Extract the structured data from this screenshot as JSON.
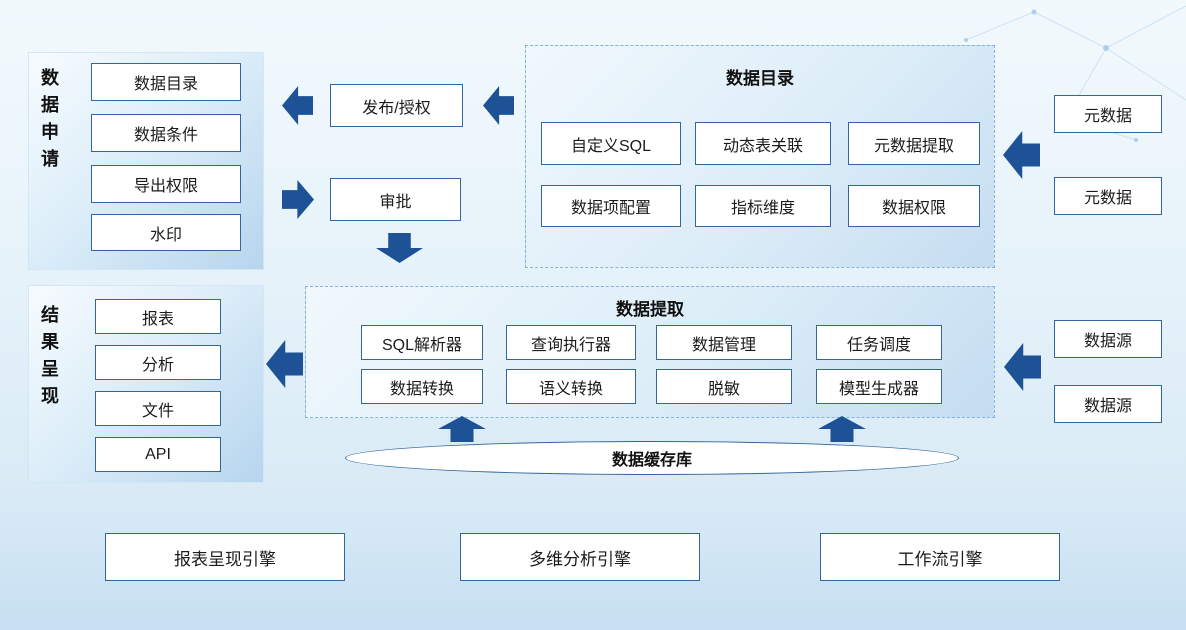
{
  "apply": {
    "label": "数据申请",
    "items": [
      "数据目录",
      "数据条件",
      "导出权限",
      "水印"
    ]
  },
  "flow": {
    "publish": "发布/授权",
    "approve": "审批"
  },
  "catalog": {
    "title": "数据目录",
    "boxes": [
      "自定义SQL",
      "动态表关联",
      "元数据提取",
      "数据项配置",
      "指标维度",
      "数据权限"
    ]
  },
  "metadata": {
    "items": [
      "元数据",
      "元数据"
    ]
  },
  "extraction": {
    "title": "数据提取",
    "boxes": [
      "SQL解析器",
      "查询执行器",
      "数据管理",
      "任务调度",
      "数据转换",
      "语义转换",
      "脱敏",
      "模型生成器"
    ]
  },
  "sources": {
    "items": [
      "数据源",
      "数据源"
    ]
  },
  "result": {
    "label": "结果呈现",
    "items": [
      "报表",
      "分析",
      "文件",
      "API"
    ]
  },
  "cache": {
    "label": "数据缓存库"
  },
  "engines": {
    "items": [
      "报表呈现引擎",
      "多维分析引擎",
      "工作流引擎"
    ]
  },
  "colors": {
    "arrow": "#1d5296",
    "box_border": "#33669f",
    "panel_border_dashed": "#85b3dc",
    "background_top": "#f2f9fd",
    "background_bottom": "#c7dff1"
  }
}
